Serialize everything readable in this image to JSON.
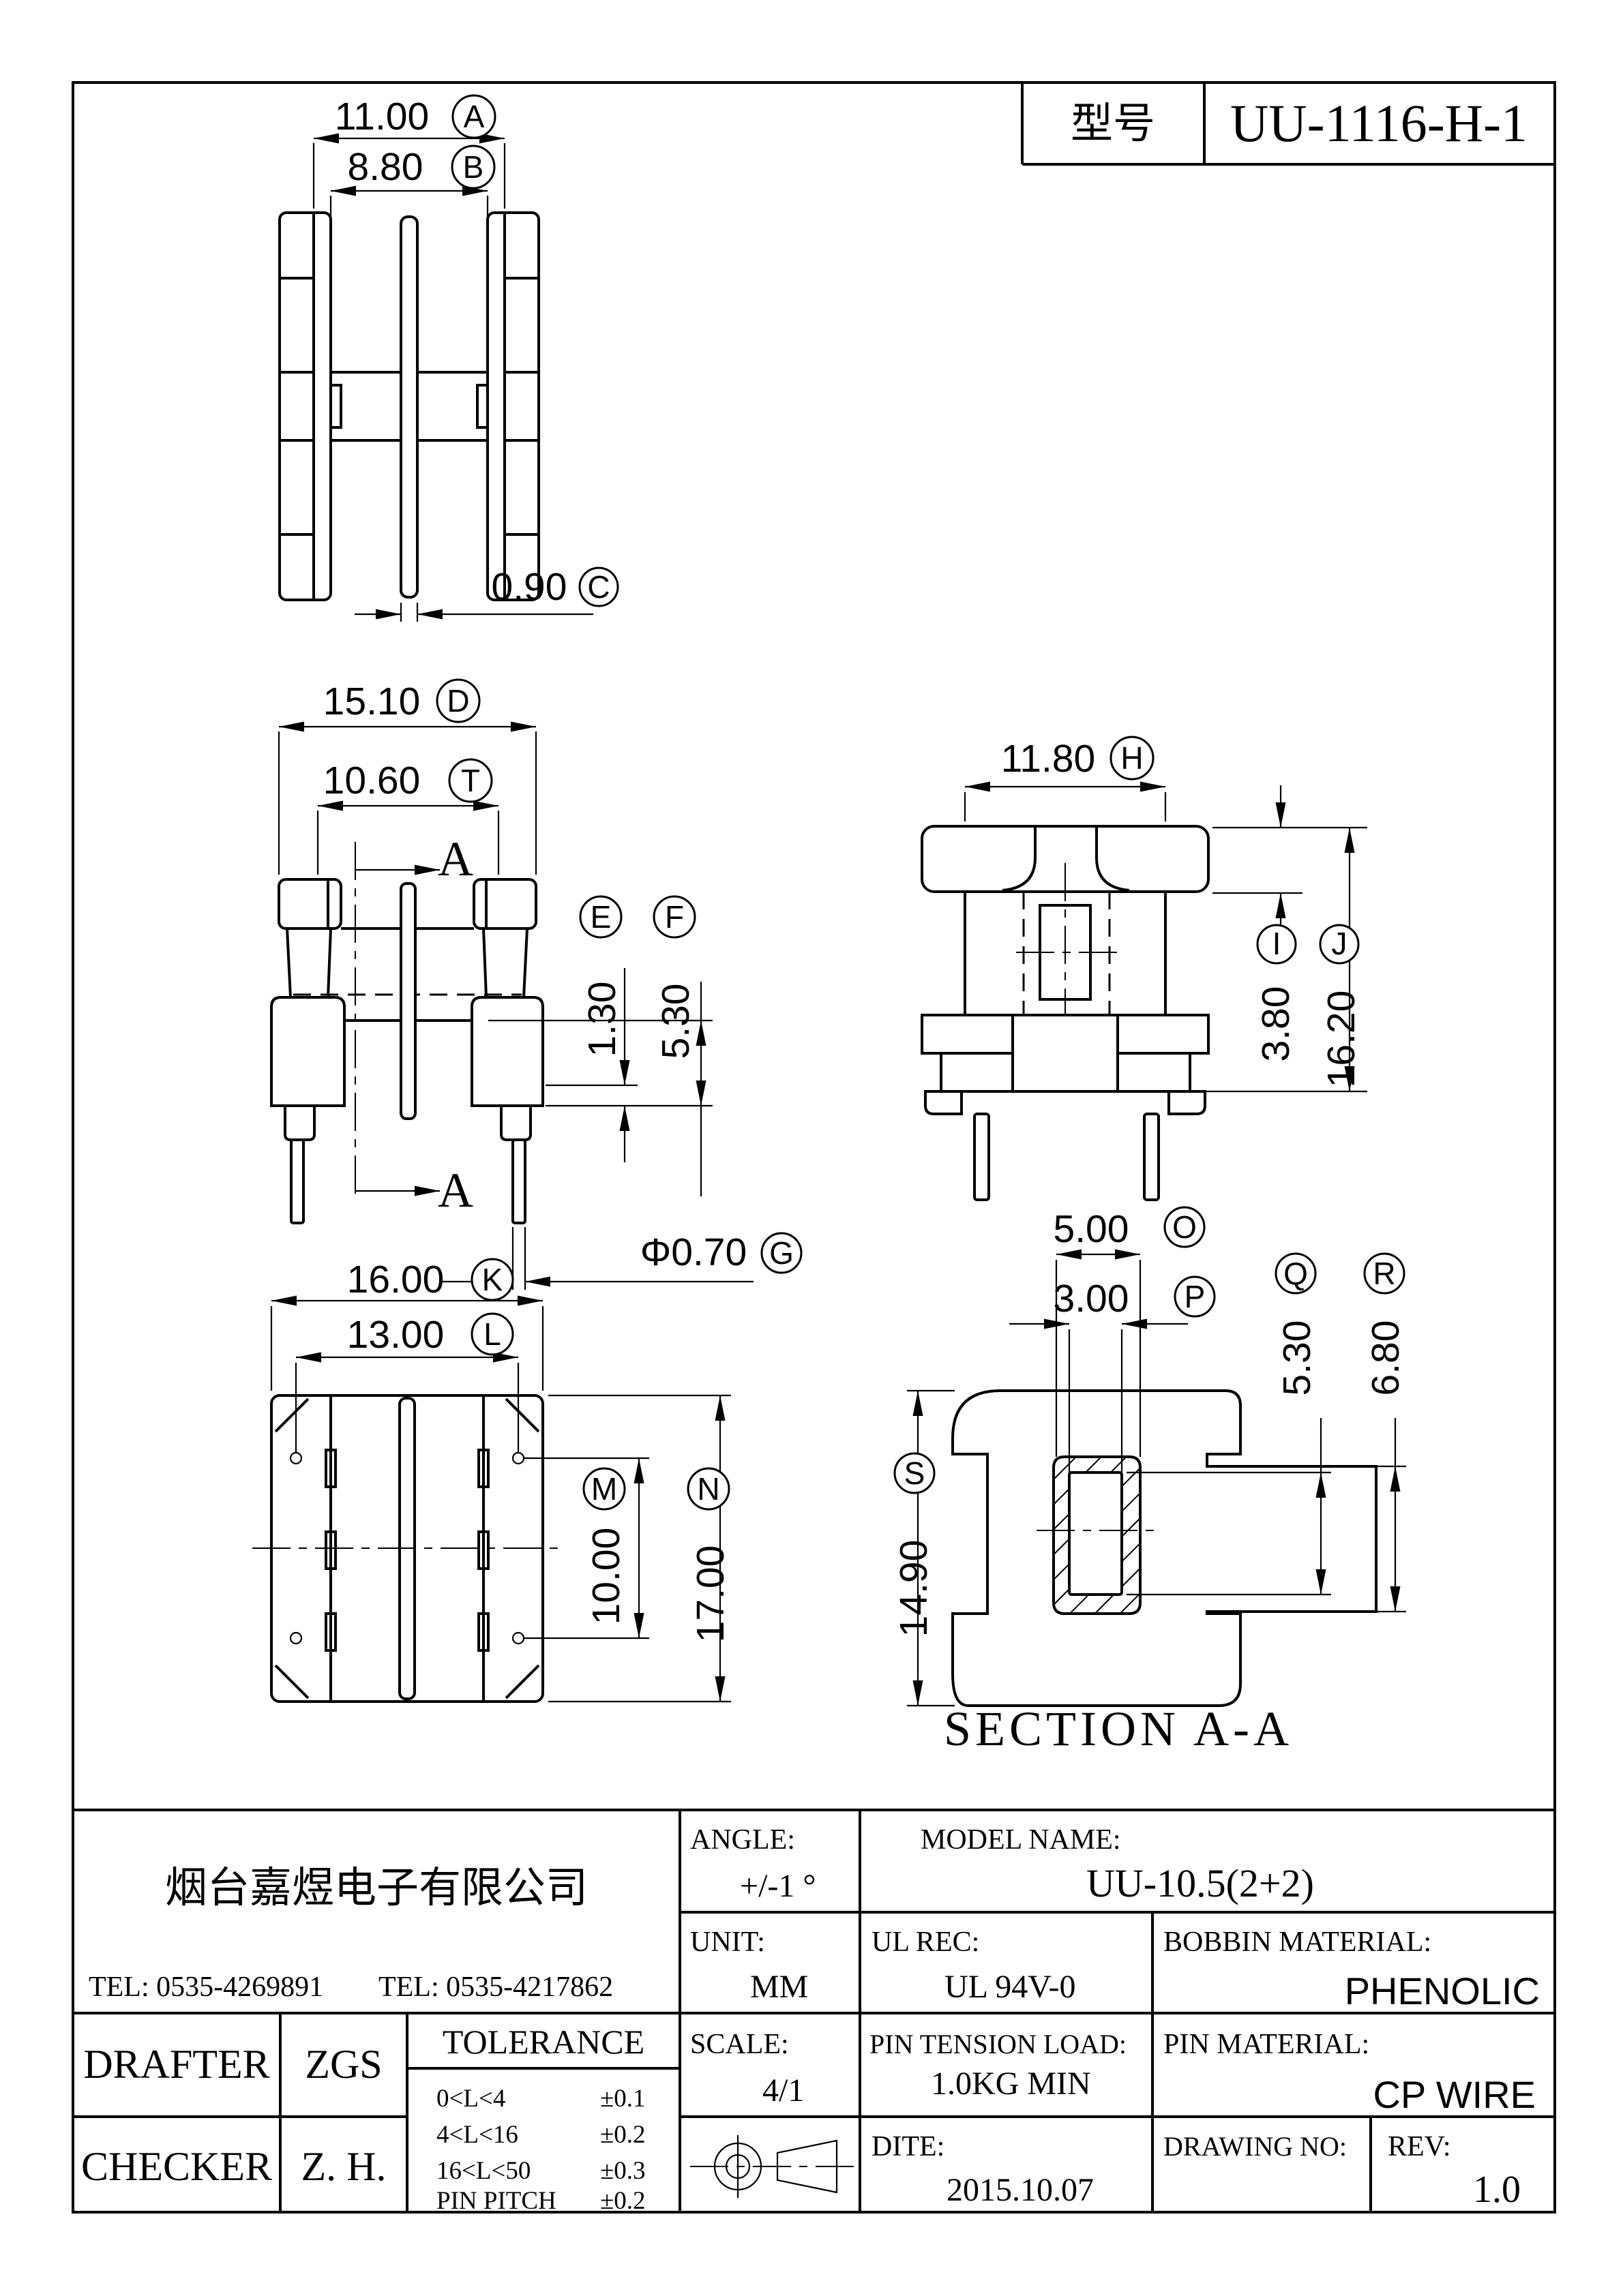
{
  "title_block": {
    "label": "型号",
    "value": "UU-1116-H-1"
  },
  "views": {
    "top": {
      "dim_a": {
        "value": "11.00",
        "letter": "A"
      },
      "dim_b": {
        "value": "8.80",
        "letter": "B"
      },
      "dim_c": {
        "value": "0.90",
        "letter": "C"
      }
    },
    "front": {
      "dim_d": {
        "value": "15.10",
        "letter": "D"
      },
      "dim_t": {
        "value": "10.60",
        "letter": "T"
      },
      "dim_e": {
        "value": "1.30",
        "letter": "E"
      },
      "dim_f": {
        "value": "5.30",
        "letter": "F"
      },
      "dim_g": {
        "value": "Φ0.70",
        "letter": "G"
      },
      "section_marker": "A"
    },
    "side": {
      "dim_h": {
        "value": "11.80",
        "letter": "H"
      },
      "dim_i": {
        "value": "3.80",
        "letter": "I"
      },
      "dim_j": {
        "value": "16.20",
        "letter": "J"
      }
    },
    "bottom": {
      "dim_k": {
        "value": "16.00",
        "letter": "K"
      },
      "dim_l": {
        "value": "13.00",
        "letter": "L"
      },
      "dim_m": {
        "value": "10.00",
        "letter": "M"
      },
      "dim_n": {
        "value": "17.00",
        "letter": "N"
      }
    },
    "section": {
      "dim_o": {
        "value": "5.00",
        "letter": "O"
      },
      "dim_p": {
        "value": "3.00",
        "letter": "P"
      },
      "dim_q": {
        "value": "5.30",
        "letter": "Q"
      },
      "dim_r": {
        "value": "6.80",
        "letter": "R"
      },
      "dim_s": {
        "value": "14.90",
        "letter": "S"
      },
      "caption": "SECTION A-A"
    }
  },
  "info": {
    "company": "烟台嘉煜电子有限公司",
    "tel_left": "TEL: 0535-4269891",
    "tel_right": "TEL: 0535-4217862",
    "angle": {
      "label": "ANGLE:",
      "value": "+/-1 °"
    },
    "model": {
      "label": "MODEL NAME:",
      "value": "UU-10.5(2+2)"
    },
    "unit": {
      "label": "UNIT:",
      "value": "MM"
    },
    "ul": {
      "label": "UL REC:",
      "value": "UL 94V-0"
    },
    "bobbin": {
      "label": "BOBBIN MATERIAL:",
      "value": "PHENOLIC"
    },
    "drafter": {
      "label": "DRAFTER",
      "value": "ZGS"
    },
    "checker": {
      "label": "CHECKER",
      "value": "Z. H."
    },
    "tolerance": {
      "title": "TOLERANCE",
      "rows": [
        {
          "range": "0<L<4",
          "tol": "±0.1"
        },
        {
          "range": "4<L<16",
          "tol": "±0.2"
        },
        {
          "range": "16<L<50",
          "tol": "±0.3"
        },
        {
          "range": "PIN PITCH",
          "tol": "±0.2"
        }
      ]
    },
    "scale": {
      "label": "SCALE:",
      "value": "4/1"
    },
    "pin_tension": {
      "label": "PIN TENSION LOAD:",
      "value": "1.0KG MIN"
    },
    "pin_material": {
      "label": "PIN MATERIAL:",
      "value": "CP WIRE"
    },
    "date": {
      "label": "DITE:",
      "value": "2015.10.07"
    },
    "drawing_no": {
      "label": "DRAWING NO:"
    },
    "rev": {
      "label": "REV:",
      "value": "1.0"
    }
  }
}
